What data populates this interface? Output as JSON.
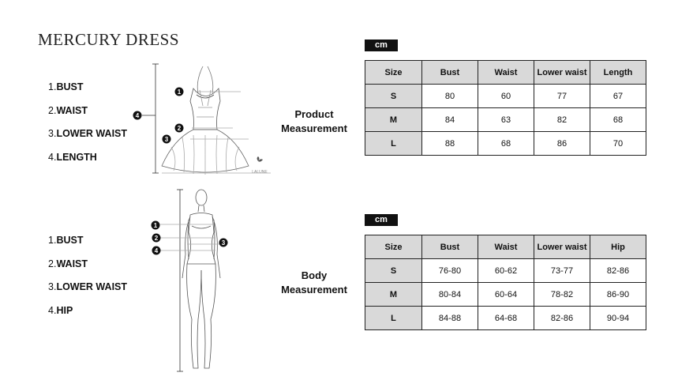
{
  "title": "MERCURY DRESS",
  "product": {
    "items": [
      {
        "num": "1.",
        "label": "BUST"
      },
      {
        "num": "2.",
        "label": "WAIST"
      },
      {
        "num": "3.",
        "label": "LOWER WAIST"
      },
      {
        "num": "4.",
        "label": "LENGTH"
      }
    ],
    "section_line1": "Product",
    "section_line2": "Measurement",
    "unit": "cm",
    "headers": [
      "Size",
      "Bust",
      "Waist",
      "Lower waist",
      "Length"
    ],
    "rows": [
      [
        "S",
        "80",
        "60",
        "77",
        "67"
      ],
      [
        "M",
        "84",
        "63",
        "82",
        "68"
      ],
      [
        "L",
        "88",
        "68",
        "86",
        "70"
      ]
    ],
    "markers": [
      "1",
      "2",
      "3",
      "4"
    ]
  },
  "body": {
    "items": [
      {
        "num": "1.",
        "label": "BUST"
      },
      {
        "num": "2.",
        "label": "WAIST"
      },
      {
        "num": "3.",
        "label": "LOWER WAIST"
      },
      {
        "num": "4.",
        "label": "HIP"
      }
    ],
    "section_line1": "Body",
    "section_line2": "Measurement",
    "unit": "cm",
    "headers": [
      "Size",
      "Bust",
      "Waist",
      "Lower waist",
      "Hip"
    ],
    "rows": [
      [
        "S",
        "76-80",
        "60-62",
        "73-77",
        "82-86"
      ],
      [
        "M",
        "80-84",
        "60-64",
        "78-82",
        "86-90"
      ],
      [
        "L",
        "84-88",
        "64-68",
        "82-86",
        "90-94"
      ]
    ],
    "markers": [
      "1",
      "2",
      "3",
      "4"
    ]
  },
  "brand_mark": "LALUNE"
}
